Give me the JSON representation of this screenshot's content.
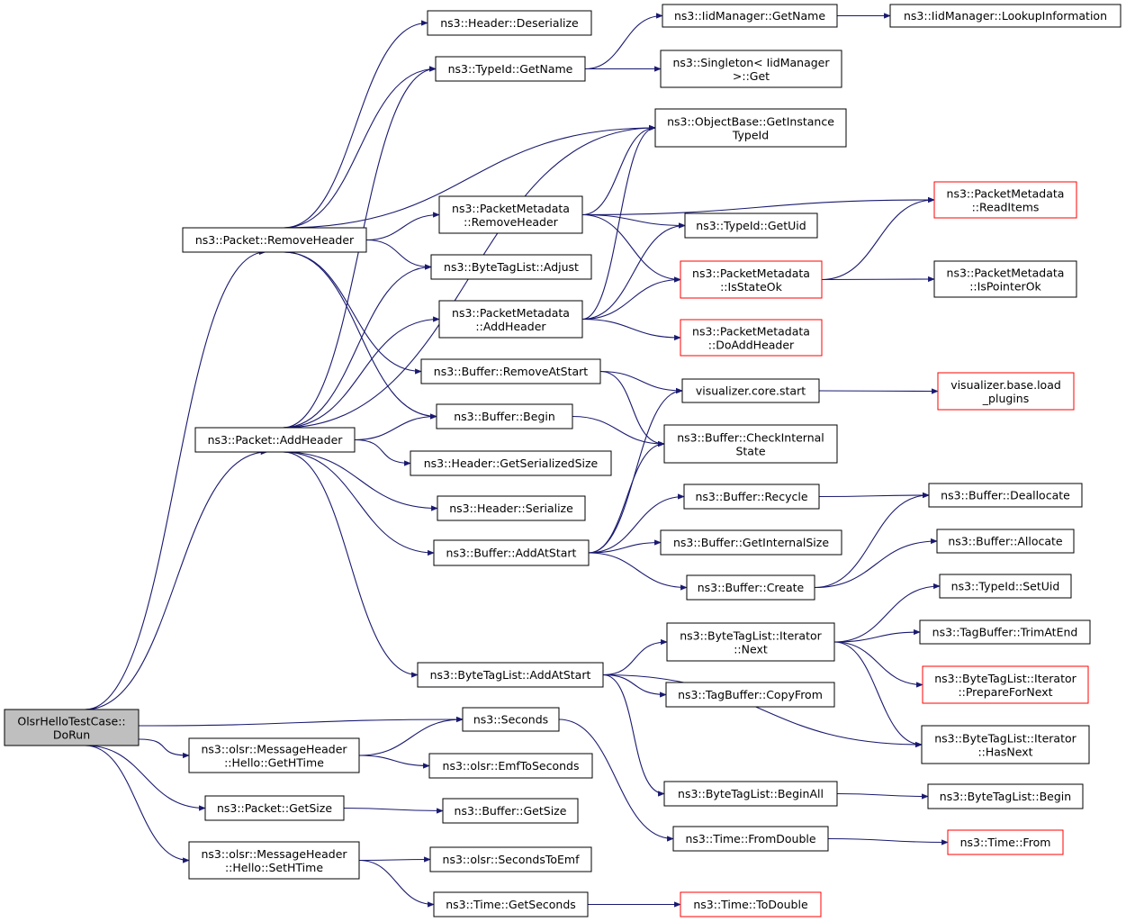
{
  "nodes": [
    {
      "id": "root",
      "l1": "OlsrHelloTestCase::",
      "l2": "DoRun",
      "style": "root"
    },
    {
      "id": "hdr_deser",
      "l1": "ns3::Header::Deserialize"
    },
    {
      "id": "iid_getname",
      "l1": "ns3::IidManager::GetName"
    },
    {
      "id": "iid_lookup",
      "l1": "ns3::IidManager::LookupInformation"
    },
    {
      "id": "typeid_getname",
      "l1": "ns3::TypeId::GetName"
    },
    {
      "id": "singleton_get",
      "l1": "ns3::Singleton< IidManager",
      "l2": ">::Get"
    },
    {
      "id": "objbase",
      "l1": "ns3::ObjectBase::GetInstance",
      "l2": "TypeId"
    },
    {
      "id": "pm_remove",
      "l1": "ns3::PacketMetadata",
      "l2": "::RemoveHeader"
    },
    {
      "id": "pm_readitems",
      "l1": "ns3::PacketMetadata",
      "l2": "::ReadItems",
      "style": "red"
    },
    {
      "id": "pkt_remove",
      "l1": "ns3::Packet::RemoveHeader"
    },
    {
      "id": "typeid_getuid",
      "l1": "ns3::TypeId::GetUid"
    },
    {
      "id": "btl_adjust",
      "l1": "ns3::ByteTagList::Adjust"
    },
    {
      "id": "pm_isstateok",
      "l1": "ns3::PacketMetadata",
      "l2": "::IsStateOk",
      "style": "red"
    },
    {
      "id": "pm_ispointerok",
      "l1": "ns3::PacketMetadata",
      "l2": "::IsPointerOk"
    },
    {
      "id": "pm_addheader",
      "l1": "ns3::PacketMetadata",
      "l2": "::AddHeader"
    },
    {
      "id": "pm_doaddheader",
      "l1": "ns3::PacketMetadata",
      "l2": "::DoAddHeader",
      "style": "red"
    },
    {
      "id": "buf_removeatstart",
      "l1": "ns3::Buffer::RemoveAtStart"
    },
    {
      "id": "viz_start",
      "l1": "visualizer.core.start"
    },
    {
      "id": "viz_load",
      "l1": "visualizer.base.load",
      "l2": "_plugins",
      "style": "red"
    },
    {
      "id": "buf_begin",
      "l1": "ns3::Buffer::Begin"
    },
    {
      "id": "pkt_addheader",
      "l1": "ns3::Packet::AddHeader"
    },
    {
      "id": "buf_checkinternal",
      "l1": "ns3::Buffer::CheckInternal",
      "l2": "State"
    },
    {
      "id": "hdr_getsize",
      "l1": "ns3::Header::GetSerializedSize"
    },
    {
      "id": "buf_recycle",
      "l1": "ns3::Buffer::Recycle"
    },
    {
      "id": "buf_dealloc",
      "l1": "ns3::Buffer::Deallocate"
    },
    {
      "id": "hdr_serialize",
      "l1": "ns3::Header::Serialize"
    },
    {
      "id": "buf_addatstart",
      "l1": "ns3::Buffer::AddAtStart"
    },
    {
      "id": "buf_getinternalsize",
      "l1": "ns3::Buffer::GetInternalSize"
    },
    {
      "id": "buf_alloc",
      "l1": "ns3::Buffer::Allocate"
    },
    {
      "id": "buf_create",
      "l1": "ns3::Buffer::Create"
    },
    {
      "id": "typeid_setuid",
      "l1": "ns3::TypeId::SetUid"
    },
    {
      "id": "btl_iter_next",
      "l1": "ns3::ByteTagList::Iterator",
      "l2": "::Next"
    },
    {
      "id": "tagbuf_trim",
      "l1": "ns3::TagBuffer::TrimAtEnd"
    },
    {
      "id": "btl_addatstart",
      "l1": "ns3::ByteTagList::AddAtStart"
    },
    {
      "id": "btl_iter_prep",
      "l1": "ns3::ByteTagList::Iterator",
      "l2": "::PrepareForNext",
      "style": "red"
    },
    {
      "id": "tagbuf_copy",
      "l1": "ns3::TagBuffer::CopyFrom"
    },
    {
      "id": "seconds",
      "l1": "ns3::Seconds"
    },
    {
      "id": "btl_iter_hasnext",
      "l1": "ns3::ByteTagList::Iterator",
      "l2": "::HasNext"
    },
    {
      "id": "hello_gethtime",
      "l1": "ns3::olsr::MessageHeader",
      "l2": "::Hello::GetHTime"
    },
    {
      "id": "emf_to_sec",
      "l1": "ns3::olsr::EmfToSeconds"
    },
    {
      "id": "btl_beginall",
      "l1": "ns3::ByteTagList::BeginAll"
    },
    {
      "id": "btl_begin",
      "l1": "ns3::ByteTagList::Begin"
    },
    {
      "id": "pkt_getsize",
      "l1": "ns3::Packet::GetSize"
    },
    {
      "id": "buf_getsize",
      "l1": "ns3::Buffer::GetSize"
    },
    {
      "id": "time_fromdouble",
      "l1": "ns3::Time::FromDouble"
    },
    {
      "id": "time_from",
      "l1": "ns3::Time::From",
      "style": "red"
    },
    {
      "id": "hello_sethtime",
      "l1": "ns3::olsr::MessageHeader",
      "l2": "::Hello::SetHTime"
    },
    {
      "id": "sec_to_emf",
      "l1": "ns3::olsr::SecondsToEmf"
    },
    {
      "id": "time_getseconds",
      "l1": "ns3::Time::GetSeconds"
    },
    {
      "id": "time_todouble",
      "l1": "ns3::Time::ToDouble",
      "style": "red"
    }
  ],
  "colors": {
    "edge": "#191970",
    "box_border": "#000000",
    "red_border": "#ff0000",
    "root_fill": "#bfbfbf"
  }
}
